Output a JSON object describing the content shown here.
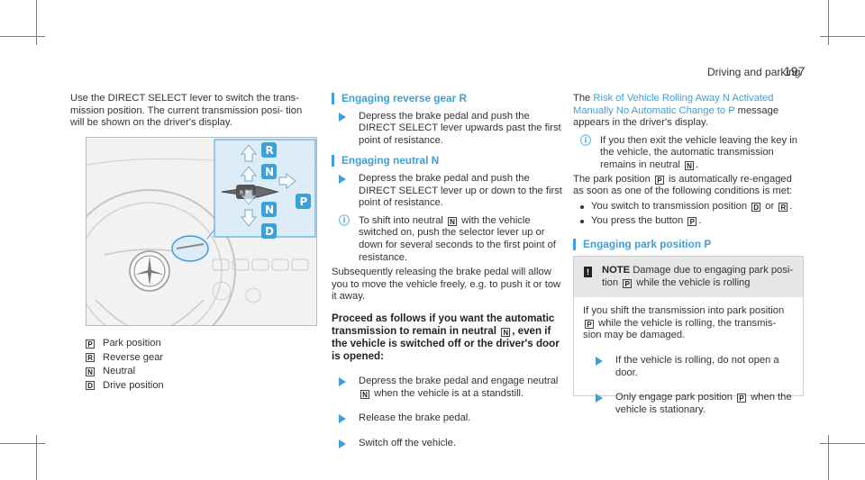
{
  "header": {
    "title": "Driving and parking",
    "page_number": "197"
  },
  "intro": "Use the DIRECT SELECT lever to switch the trans- mission position. The current transmission posi- tion will be shown on the driver's display.",
  "figure": {
    "labels": [
      "R",
      "N",
      "N",
      "D",
      "P"
    ],
    "colors": {
      "accent": "#3f9fd8",
      "panel": "#d9ecf7"
    }
  },
  "legend": [
    {
      "key": "P",
      "label": "Park position"
    },
    {
      "key": "R",
      "label": "Reverse gear"
    },
    {
      "key": "N",
      "label": "Neutral"
    },
    {
      "key": "D",
      "label": "Drive position"
    }
  ],
  "col2": {
    "reverse_heading": "Engaging reverse gear R",
    "reverse_step": "Depress the brake pedal and push the DIRECT SELECT lever upwards past the first point of resistance.",
    "neutral_heading": "Engaging neutral N",
    "neutral_step": "Depress the brake pedal and push the DIRECT SELECT lever up or down to the first point of resistance.",
    "neutral_info_a": "To shift into neutral",
    "neutral_info_key": "N",
    "neutral_info_b": "with the vehicle switched on, push the selector lever up or down for several seconds to the first point of resistance.",
    "release_text": "Subsequently releasing the brake pedal will allow you to move the vehicle freely, e.g. to push it or tow it away.",
    "proceed_a": "Proceed as follows if you want the automatic transmission to remain in neutral",
    "proceed_key": "N",
    "proceed_b": ", even if the vehicle is switched off or the driver's door is opened:",
    "step1_a": "Depress the brake pedal and engage neutral",
    "step1_key": "N",
    "step1_b": "when the vehicle is at a standstill.",
    "step2": "Release the brake pedal.",
    "step3": "Switch off the vehicle."
  },
  "col3": {
    "the": "The",
    "message_name": "Risk of Vehicle Rolling Away N Activated Manually No Automatic Change to P",
    "message_tail": "message appears in the driver's display.",
    "info_a": "If you then exit the vehicle leaving the key in the vehicle, the automatic transmission remains in neutral",
    "info_key": "N",
    "info_b": ".",
    "park_a": "The park position",
    "park_key": "P",
    "park_b": "is automatically re-engaged as soon as one of the following conditions is met:",
    "b1_a": "You switch to transmission position",
    "b1_key1": "D",
    "b1_or": "or",
    "b1_key2": "R",
    "b1_end": ".",
    "b2_a": "You press the button",
    "b2_key": "P",
    "b2_end": ".",
    "park_heading": "Engaging park position P"
  },
  "notice": {
    "title": "NOTE",
    "text_a": "Damage due to engaging park posi- tion",
    "text_key": "P",
    "text_b": "while the vehicle is rolling",
    "body_a": "If you shift the transmission into park position",
    "body_key": "P",
    "body_b": "while the vehicle is rolling, the transmis- sion may be damaged.",
    "step1": "If the vehicle is rolling, do not open a door.",
    "step2_a": "Only engage park position",
    "step2_key": "P",
    "step2_b": "when the vehicle is stationary."
  }
}
